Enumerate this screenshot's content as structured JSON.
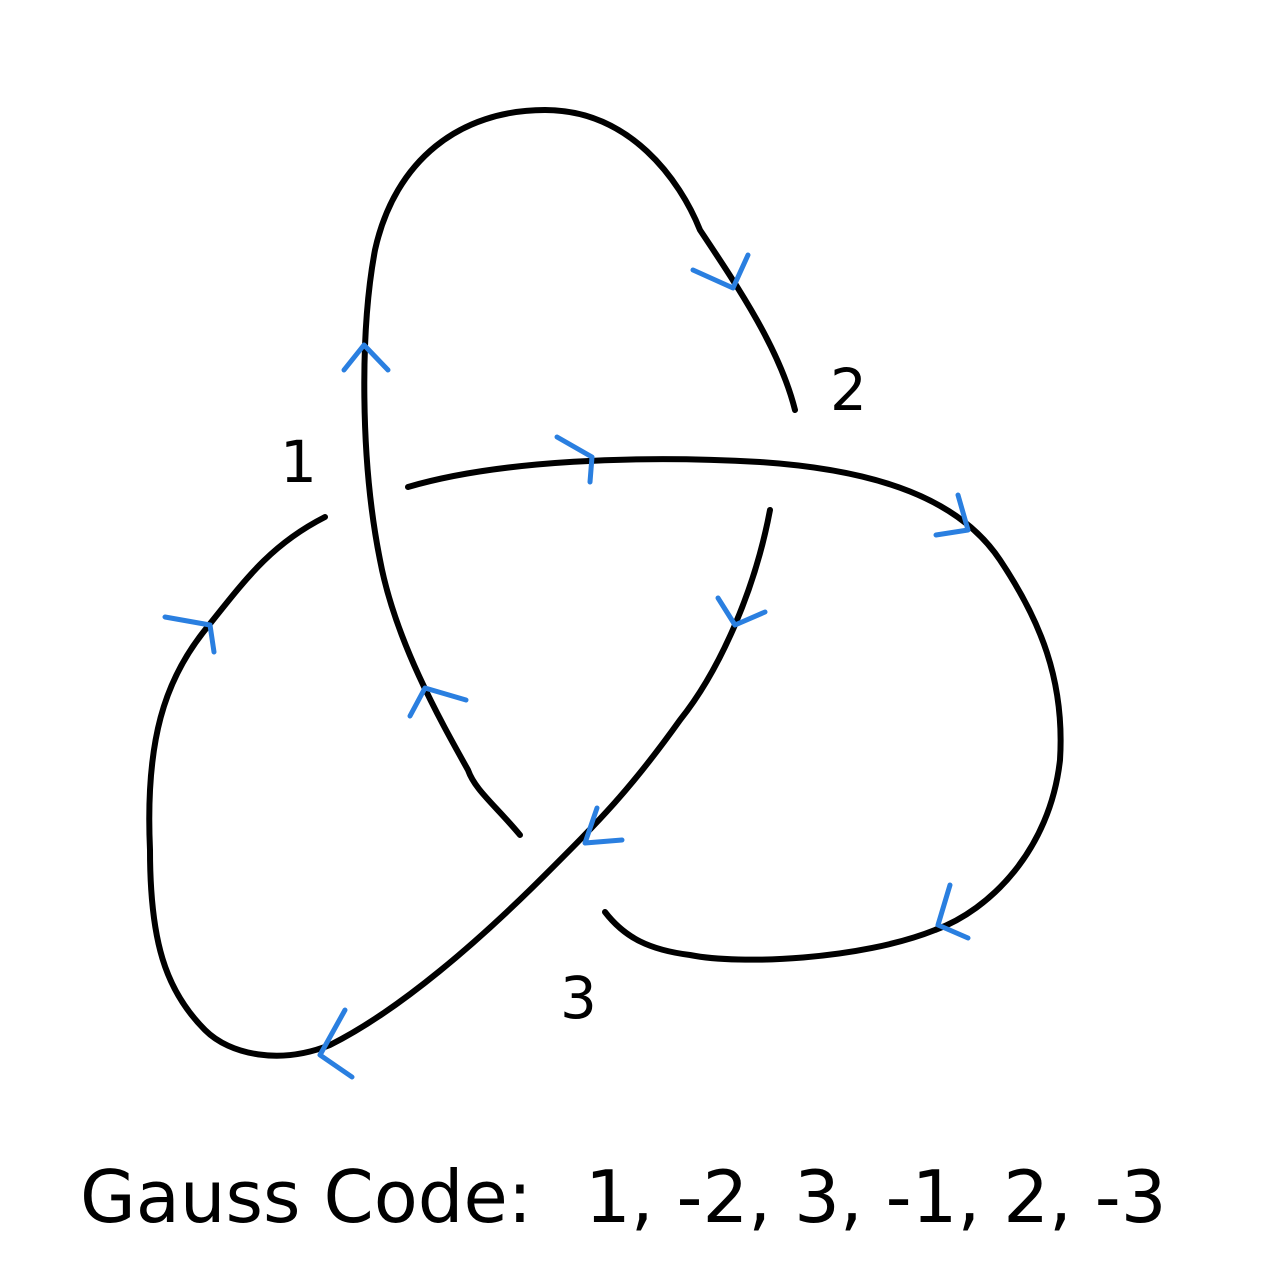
{
  "diagram": {
    "crossings": [
      {
        "id": "crossing-1",
        "label": "1"
      },
      {
        "id": "crossing-2",
        "label": "2"
      },
      {
        "id": "crossing-3",
        "label": "3"
      }
    ],
    "gauss_code": {
      "prefix": "Gauss Code:",
      "sequence": "1, -2, 3, -1, 2, -3"
    },
    "colors": {
      "strand": "#000000",
      "arrow": "#2a7fe0"
    }
  }
}
